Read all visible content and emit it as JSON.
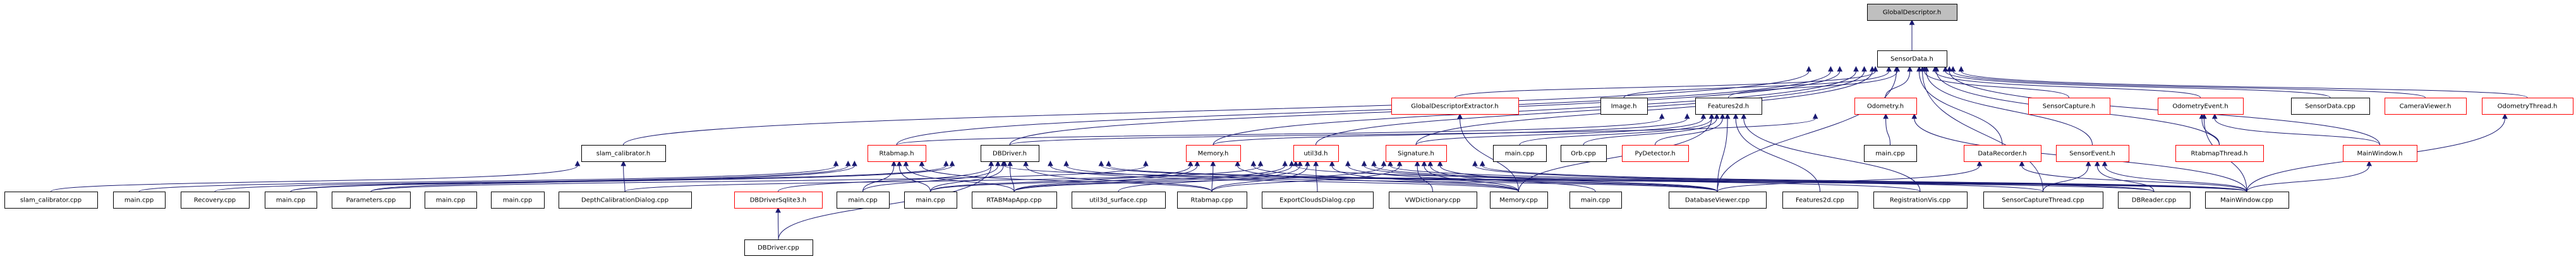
{
  "graph": {
    "title": "GlobalDescriptor.h include dependency graph",
    "edge_color": "#191970",
    "border_colors": {
      "normal": "#000000",
      "incomplete": "#ff0000",
      "root_fill": "#bfbfbf"
    },
    "nodes": [
      {
        "id": "n0",
        "label": "GlobalDescriptor.h",
        "style": "root"
      },
      {
        "id": "n1",
        "label": "SensorData.h",
        "style": "normal"
      },
      {
        "id": "n2",
        "label": "GlobalDescriptorExtractor.h",
        "style": "red"
      },
      {
        "id": "n3",
        "label": "Image.h",
        "style": "normal"
      },
      {
        "id": "n4",
        "label": "Features2d.h",
        "style": "normal"
      },
      {
        "id": "n5",
        "label": "Odometry.h",
        "style": "red"
      },
      {
        "id": "n6",
        "label": "SensorCapture.h",
        "style": "red"
      },
      {
        "id": "n7",
        "label": "OdometryEvent.h",
        "style": "red"
      },
      {
        "id": "n8",
        "label": "SensorData.cpp",
        "style": "normal"
      },
      {
        "id": "n9",
        "label": "CameraViewer.h",
        "style": "red"
      },
      {
        "id": "n10",
        "label": "OdometryThread.h",
        "style": "red"
      },
      {
        "id": "n11",
        "label": "slam_calibrator.h",
        "style": "normal"
      },
      {
        "id": "n12",
        "label": "Rtabmap.h",
        "style": "red"
      },
      {
        "id": "n13",
        "label": "DBDriver.h",
        "style": "normal"
      },
      {
        "id": "n14",
        "label": "Memory.h",
        "style": "red"
      },
      {
        "id": "n15",
        "label": "util3d.h",
        "style": "red"
      },
      {
        "id": "n16",
        "label": "Signature.h",
        "style": "red"
      },
      {
        "id": "n17",
        "label": "main.cpp",
        "style": "normal"
      },
      {
        "id": "n18",
        "label": "Orb.cpp",
        "style": "normal"
      },
      {
        "id": "n19",
        "label": "PyDetector.h",
        "style": "red"
      },
      {
        "id": "n20",
        "label": "main.cpp",
        "style": "normal"
      },
      {
        "id": "n21",
        "label": "DataRecorder.h",
        "style": "red"
      },
      {
        "id": "n22",
        "label": "SensorEvent.h",
        "style": "red"
      },
      {
        "id": "n23",
        "label": "RtabmapThread.h",
        "style": "red"
      },
      {
        "id": "n24",
        "label": "MainWindow.h",
        "style": "red"
      },
      {
        "id": "n25",
        "label": "slam_calibrator.cpp",
        "style": "normal"
      },
      {
        "id": "n26",
        "label": "main.cpp",
        "style": "normal"
      },
      {
        "id": "n27",
        "label": "Recovery.cpp",
        "style": "normal"
      },
      {
        "id": "n28",
        "label": "main.cpp",
        "style": "normal"
      },
      {
        "id": "n29",
        "label": "Parameters.cpp",
        "style": "normal"
      },
      {
        "id": "n30",
        "label": "main.cpp",
        "style": "normal"
      },
      {
        "id": "n31",
        "label": "main.cpp",
        "style": "normal"
      },
      {
        "id": "n32",
        "label": "DepthCalibrationDialog.cpp",
        "style": "normal"
      },
      {
        "id": "n33",
        "label": "DBDriverSqlite3.h",
        "style": "red"
      },
      {
        "id": "n34",
        "label": "main.cpp",
        "style": "normal"
      },
      {
        "id": "n35",
        "label": "main.cpp",
        "style": "normal"
      },
      {
        "id": "n36",
        "label": "RTABMapApp.cpp",
        "style": "normal"
      },
      {
        "id": "n37",
        "label": "util3d_surface.cpp",
        "style": "normal"
      },
      {
        "id": "n38",
        "label": "Rtabmap.cpp",
        "style": "normal"
      },
      {
        "id": "n39",
        "label": "ExportCloudsDialog.cpp",
        "style": "normal"
      },
      {
        "id": "n40",
        "label": "VWDictionary.cpp",
        "style": "normal"
      },
      {
        "id": "n41",
        "label": "Memory.cpp",
        "style": "normal"
      },
      {
        "id": "n42",
        "label": "main.cpp",
        "style": "normal"
      },
      {
        "id": "n43",
        "label": "DatabaseViewer.cpp",
        "style": "normal"
      },
      {
        "id": "n44",
        "label": "Features2d.cpp",
        "style": "normal"
      },
      {
        "id": "n45",
        "label": "RegistrationVis.cpp",
        "style": "normal"
      },
      {
        "id": "n46",
        "label": "SensorCaptureThread.cpp",
        "style": "normal"
      },
      {
        "id": "n47",
        "label": "DBReader.cpp",
        "style": "normal"
      },
      {
        "id": "n48",
        "label": "MainWindow.cpp",
        "style": "normal"
      },
      {
        "id": "n49",
        "label": "DBDriver.cpp",
        "style": "normal"
      }
    ],
    "edges": [
      [
        "n1",
        "n0"
      ],
      [
        "n2",
        "n1"
      ],
      [
        "n3",
        "n1"
      ],
      [
        "n4",
        "n1"
      ],
      [
        "n5",
        "n1"
      ],
      [
        "n6",
        "n1"
      ],
      [
        "n7",
        "n1"
      ],
      [
        "n8",
        "n1"
      ],
      [
        "n9",
        "n1"
      ],
      [
        "n10",
        "n1"
      ],
      [
        "n11",
        "n1"
      ],
      [
        "n12",
        "n1"
      ],
      [
        "n13",
        "n1"
      ],
      [
        "n14",
        "n1"
      ],
      [
        "n15",
        "n1"
      ],
      [
        "n16",
        "n1"
      ],
      [
        "n21",
        "n1"
      ],
      [
        "n22",
        "n1"
      ],
      [
        "n23",
        "n1"
      ],
      [
        "n24",
        "n1"
      ],
      [
        "n43",
        "n1"
      ],
      [
        "n46",
        "n1"
      ],
      [
        "n12",
        "n4"
      ],
      [
        "n14",
        "n4"
      ],
      [
        "n16",
        "n4"
      ],
      [
        "n17",
        "n4"
      ],
      [
        "n18",
        "n4"
      ],
      [
        "n19",
        "n4"
      ],
      [
        "n43",
        "n4"
      ],
      [
        "n44",
        "n4"
      ],
      [
        "n45",
        "n4"
      ],
      [
        "n41",
        "n4"
      ],
      [
        "n20",
        "n5"
      ],
      [
        "n13",
        "n5"
      ],
      [
        "n48",
        "n5"
      ],
      [
        "n41",
        "n2"
      ],
      [
        "n23",
        "n7"
      ],
      [
        "n48",
        "n7"
      ],
      [
        "n24",
        "n7"
      ],
      [
        "n48",
        "n10"
      ],
      [
        "n25",
        "n11"
      ],
      [
        "n32",
        "n11"
      ],
      [
        "n26",
        "n12"
      ],
      [
        "n28",
        "n12"
      ],
      [
        "n29",
        "n12"
      ],
      [
        "n34",
        "n12"
      ],
      [
        "n35",
        "n12"
      ],
      [
        "n36",
        "n12"
      ],
      [
        "n38",
        "n12"
      ],
      [
        "n48",
        "n12"
      ],
      [
        "n27",
        "n13"
      ],
      [
        "n28",
        "n13"
      ],
      [
        "n33",
        "n13"
      ],
      [
        "n34",
        "n13"
      ],
      [
        "n35",
        "n13"
      ],
      [
        "n36",
        "n13"
      ],
      [
        "n38",
        "n13"
      ],
      [
        "n41",
        "n13"
      ],
      [
        "n43",
        "n13"
      ],
      [
        "n47",
        "n13"
      ],
      [
        "n48",
        "n13"
      ],
      [
        "n49",
        "n13"
      ],
      [
        "n29",
        "n14"
      ],
      [
        "n35",
        "n14"
      ],
      [
        "n36",
        "n14"
      ],
      [
        "n38",
        "n14"
      ],
      [
        "n41",
        "n14"
      ],
      [
        "n43",
        "n14"
      ],
      [
        "n48",
        "n14"
      ],
      [
        "n32",
        "n15"
      ],
      [
        "n35",
        "n15"
      ],
      [
        "n36",
        "n15"
      ],
      [
        "n37",
        "n15"
      ],
      [
        "n38",
        "n15"
      ],
      [
        "n39",
        "n15"
      ],
      [
        "n41",
        "n15"
      ],
      [
        "n43",
        "n15"
      ],
      [
        "n45",
        "n15"
      ],
      [
        "n46",
        "n15"
      ],
      [
        "n48",
        "n15"
      ],
      [
        "n36",
        "n16"
      ],
      [
        "n38",
        "n16"
      ],
      [
        "n40",
        "n16"
      ],
      [
        "n41",
        "n16"
      ],
      [
        "n42",
        "n16"
      ],
      [
        "n43",
        "n16"
      ],
      [
        "n47",
        "n16"
      ],
      [
        "n48",
        "n16"
      ],
      [
        "n43",
        "n21"
      ],
      [
        "n48",
        "n21"
      ],
      [
        "n46",
        "n22"
      ],
      [
        "n47",
        "n22"
      ],
      [
        "n48",
        "n22"
      ],
      [
        "n48",
        "n24"
      ],
      [
        "n49",
        "n33"
      ]
    ]
  }
}
